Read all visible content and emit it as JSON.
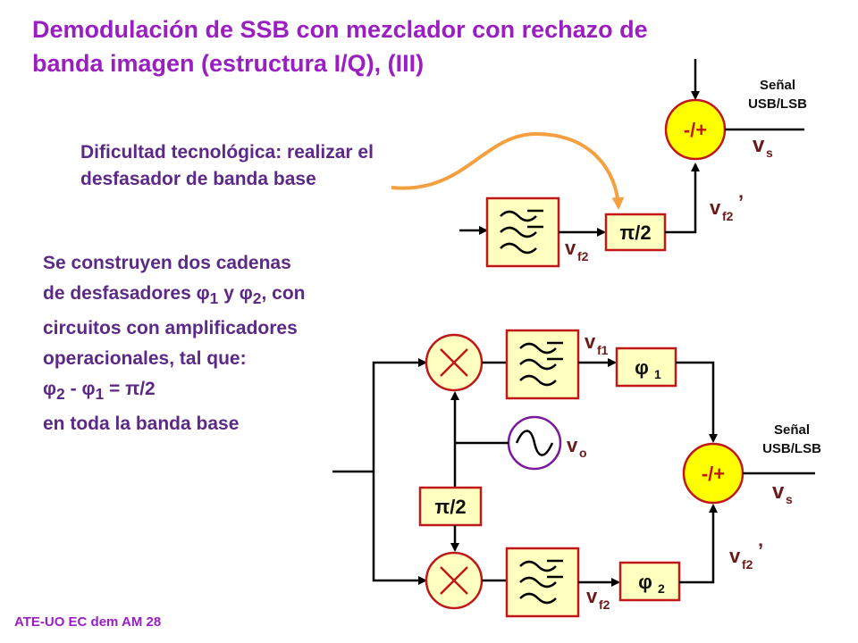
{
  "title_line1": "Demodulación de SSB con mezclador con rechazo de",
  "title_line2": "banda imagen (estructura I/Q), (III)",
  "note": {
    "line1": "Dificultad tecnológica: realizar el",
    "line2": "desfasador de banda base"
  },
  "body": {
    "line1": "Se construyen dos cadenas",
    "line2_pre": "de desfasadores ",
    "line2_mid": " y ",
    "line2_post": ", con",
    "line3": "circuitos con amplificadores",
    "line4": "operacionales, tal que:",
    "line5_mid": " - ",
    "line5_post": " = ",
    "line5_end": "/2",
    "line6": "en toda la banda base"
  },
  "symbols": {
    "phi": "φ",
    "pi": "π"
  },
  "subscripts": {
    "one": "1",
    "two": "2"
  },
  "footer": "ATE-UO EC dem AM 28",
  "top_circuit": {
    "sum_label": "-/+",
    "shifter_label": "π/2",
    "input_label": "v",
    "input_sub": "f2",
    "shifted_label": "v",
    "shifted_sub": "f2",
    "prime": "’",
    "output_label": "v",
    "output_sub": "s",
    "signal_line1": "Señal",
    "signal_line2": "USB/LSB"
  },
  "bottom_circuit": {
    "sum_label": "-/+",
    "shifter_label": "π/2",
    "phi1_label": "φ",
    "phi1_sub": "1",
    "phi2_label": "φ",
    "phi2_sub": "2",
    "vf1_label": "v",
    "vf1_sub": "f1",
    "vf2_label": "v",
    "vf2_sub": "f2",
    "vf2p_label": "v",
    "vf2p_sub": "f2",
    "prime": "’",
    "vo_label": "v",
    "vo_sub": "o",
    "output_label": "v",
    "output_sub": "s",
    "signal_line1": "Señal",
    "signal_line2": "USB/LSB"
  },
  "colors": {
    "title": "#9a1fc0",
    "text": "#5c2a86",
    "block_fill": "#ffffc0",
    "block_stroke": "#c01818",
    "sum_fill": "#ffff00",
    "arrow_orange": "#f5a040",
    "oscillator": "#7a1a9a"
  }
}
